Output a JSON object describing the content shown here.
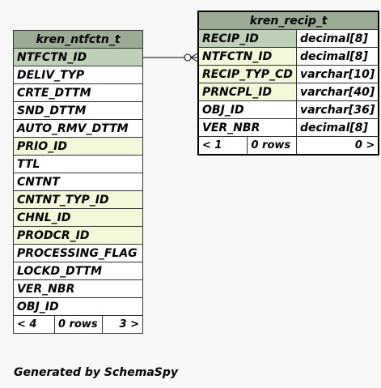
{
  "table1": {
    "name": "kren_ntfctn_t",
    "columns": [
      {
        "name": "NTFCTN_ID",
        "kind": "pk"
      },
      {
        "name": "DELIV_TYP",
        "kind": "plain"
      },
      {
        "name": "CRTE_DTTM",
        "kind": "plain"
      },
      {
        "name": "SND_DTTM",
        "kind": "plain"
      },
      {
        "name": "AUTO_RMV_DTTM",
        "kind": "plain"
      },
      {
        "name": "PRIO_ID",
        "kind": "fk"
      },
      {
        "name": "TTL",
        "kind": "plain"
      },
      {
        "name": "CNTNT",
        "kind": "plain"
      },
      {
        "name": "CNTNT_TYP_ID",
        "kind": "fk"
      },
      {
        "name": "CHNL_ID",
        "kind": "fk"
      },
      {
        "name": "PRODCR_ID",
        "kind": "fk"
      },
      {
        "name": "PROCESSING_FLAG",
        "kind": "plain"
      },
      {
        "name": "LOCKD_DTTM",
        "kind": "plain"
      },
      {
        "name": "VER_NBR",
        "kind": "plain"
      },
      {
        "name": "OBJ_ID",
        "kind": "plain"
      }
    ],
    "footer": {
      "left": "< 4",
      "middle": "0 rows",
      "right": "3 >"
    }
  },
  "table2": {
    "name": "kren_recip_t",
    "columns": [
      {
        "name": "RECIP_ID",
        "type": "decimal[8]",
        "kind": "pk"
      },
      {
        "name": "NTFCTN_ID",
        "type": "decimal[8]",
        "kind": "fk"
      },
      {
        "name": "RECIP_TYP_CD",
        "type": "varchar[10]",
        "kind": "fk"
      },
      {
        "name": "PRNCPL_ID",
        "type": "varchar[40]",
        "kind": "fk"
      },
      {
        "name": "OBJ_ID",
        "type": "varchar[36]",
        "kind": "plain"
      },
      {
        "name": "VER_NBR",
        "type": "decimal[8]",
        "kind": "plain"
      }
    ],
    "footer": {
      "left": "< 1",
      "middle": "0 rows",
      "right": "0 >"
    }
  },
  "footer_text": "Generated by SchemaSpy",
  "colors": {
    "header": "#9bab96",
    "primary_key": "#bed1b8",
    "foreign_key": "#f4f7da",
    "background": "#f7f7f7"
  }
}
